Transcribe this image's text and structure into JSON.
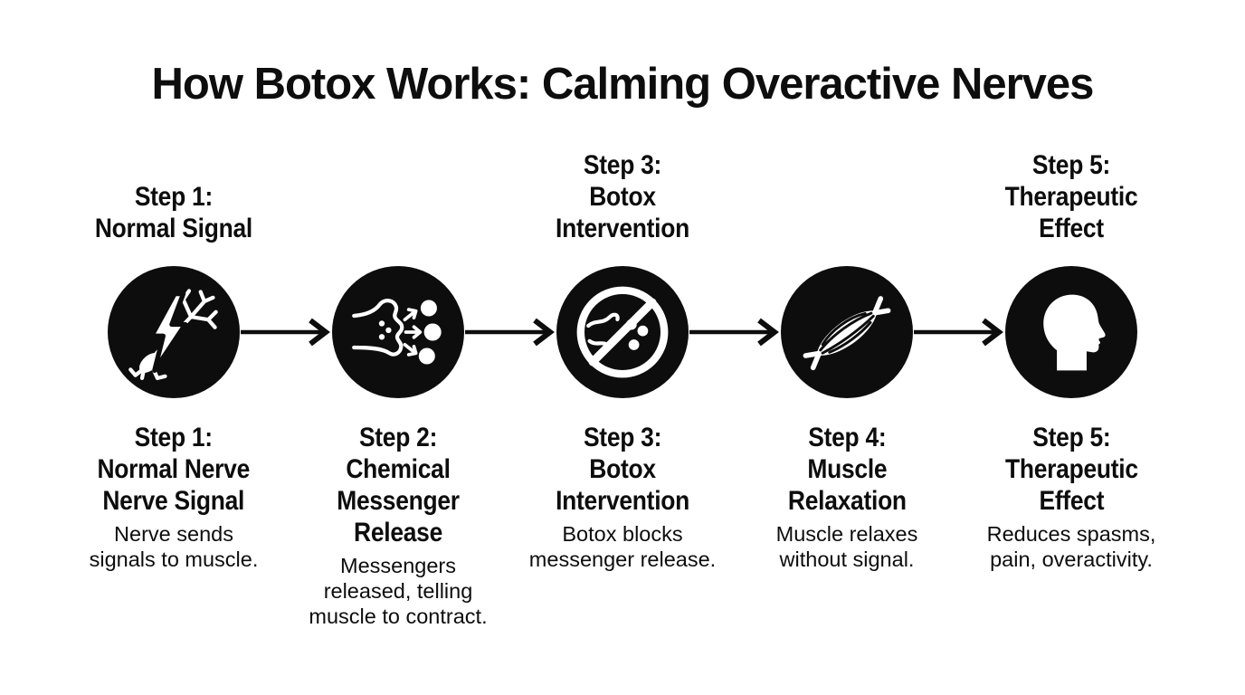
{
  "title": "How Botox Works: Calming Overactive Nerves",
  "colors": {
    "background": "#ffffff",
    "ink": "#0d0d0d"
  },
  "steps": [
    {
      "header": "Step 1:\nNormal Signal",
      "icon": "lightning-nerve-icon",
      "title": "Step 1:\nNormal Nerve\nNerve Signal",
      "description": "Nerve sends\nsignals to muscle."
    },
    {
      "header": "",
      "icon": "messenger-release-icon",
      "title": "Step 2:\nChemical\nMessenger\nRelease",
      "description": "Messengers\nreleased, telling\nmuscle to contract."
    },
    {
      "header": "Step 3:\nBotox Intervention",
      "icon": "blocked-messengers-icon",
      "title": "Step 3:\nBotox\nIntervention",
      "description": "Botox blocks\nmessenger release."
    },
    {
      "header": "",
      "icon": "muscle-icon",
      "title": "Step 4:\nMuscle\nRelaxation",
      "description": "Muscle relaxes\nwithout signal."
    },
    {
      "header": "Step 5:\nTherapeutic Effect",
      "icon": "head-profile-icon",
      "title": "Step 5:\nTherapeutic\nEffect",
      "description": "Reduces spasms,\npain, overactivity."
    }
  ]
}
